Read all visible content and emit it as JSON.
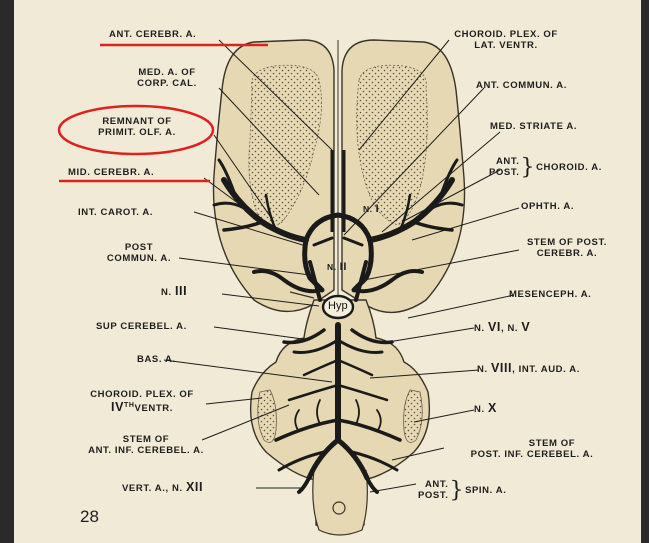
{
  "figure": {
    "page_number": "28",
    "center_label": "Hyp",
    "colors": {
      "page": "#f1ead6",
      "tissue": "#e6d8b2",
      "artery": "#1a1a1a",
      "highlight_underline": "#e02020",
      "highlight_oval": "#e02020"
    },
    "labels_left": {
      "ant_cerebr": "ANT. CEREBR. A.",
      "med_a_of_1": "MED. A. OF",
      "med_a_of_2": "CORP. CAL.",
      "remnant_1": "REMNANT OF",
      "remnant_2": "PRIMIT. OLF. A.",
      "mid_cerebr": "MID. CEREBR. A.",
      "int_carot": "INT. CAROT. A.",
      "post_commun_1": "POST",
      "post_commun_2": "COMMUN. A.",
      "n_iii_prefix": "N.",
      "n_iii_num": "III",
      "sup_cerebel": "SUP CEREBEL. A.",
      "bas": "BAS. A.",
      "choroid_iv_1": "CHOROID. PLEX. OF",
      "choroid_iv_num": "IV",
      "choroid_iv_sup": "TH",
      "choroid_iv_tail": "VENTR.",
      "stem_ant_1": "STEM OF",
      "stem_ant_2": "ANT. INF. CEREBEL. A.",
      "vert_prefix": "VERT. A., N.",
      "vert_num": "XII"
    },
    "labels_right": {
      "choroid_lat_1": "CHOROID. PLEX. OF",
      "choroid_lat_2": "LAT. VENTR.",
      "ant_commun": "ANT. COMMUN. A.",
      "med_striate": "MED. STRIATE A.",
      "choroid_ant": "ANT.",
      "choroid_post": "POST.",
      "choroid_a": "CHOROID. A.",
      "ophth": "OPHTH. A.",
      "stem_post_1": "STEM OF POST.",
      "stem_post_2": "CEREBR. A.",
      "mesenceph": "MESENCEPH. A.",
      "n_vi_v_a": "N.",
      "n_vi_v_b": "VI",
      "n_vi_v_c": ", N.",
      "n_vi_v_d": "V",
      "n_viii_a": "N.",
      "n_viii_b": "VIII",
      "n_viii_c": ", INT. AUD. A.",
      "n_x_a": "N.",
      "n_x_b": "X",
      "stem_post_inf_1": "STEM OF",
      "stem_post_inf_2": "POST. INF. CEREBEL. A.",
      "spin_ant": "ANT.",
      "spin_post": "POST.",
      "spin_a": "SPIN. A."
    },
    "labels_center": {
      "n_i_prefix": "N.",
      "n_i_num": "I",
      "n_ii_prefix": "N.",
      "n_ii_num": "II"
    }
  }
}
